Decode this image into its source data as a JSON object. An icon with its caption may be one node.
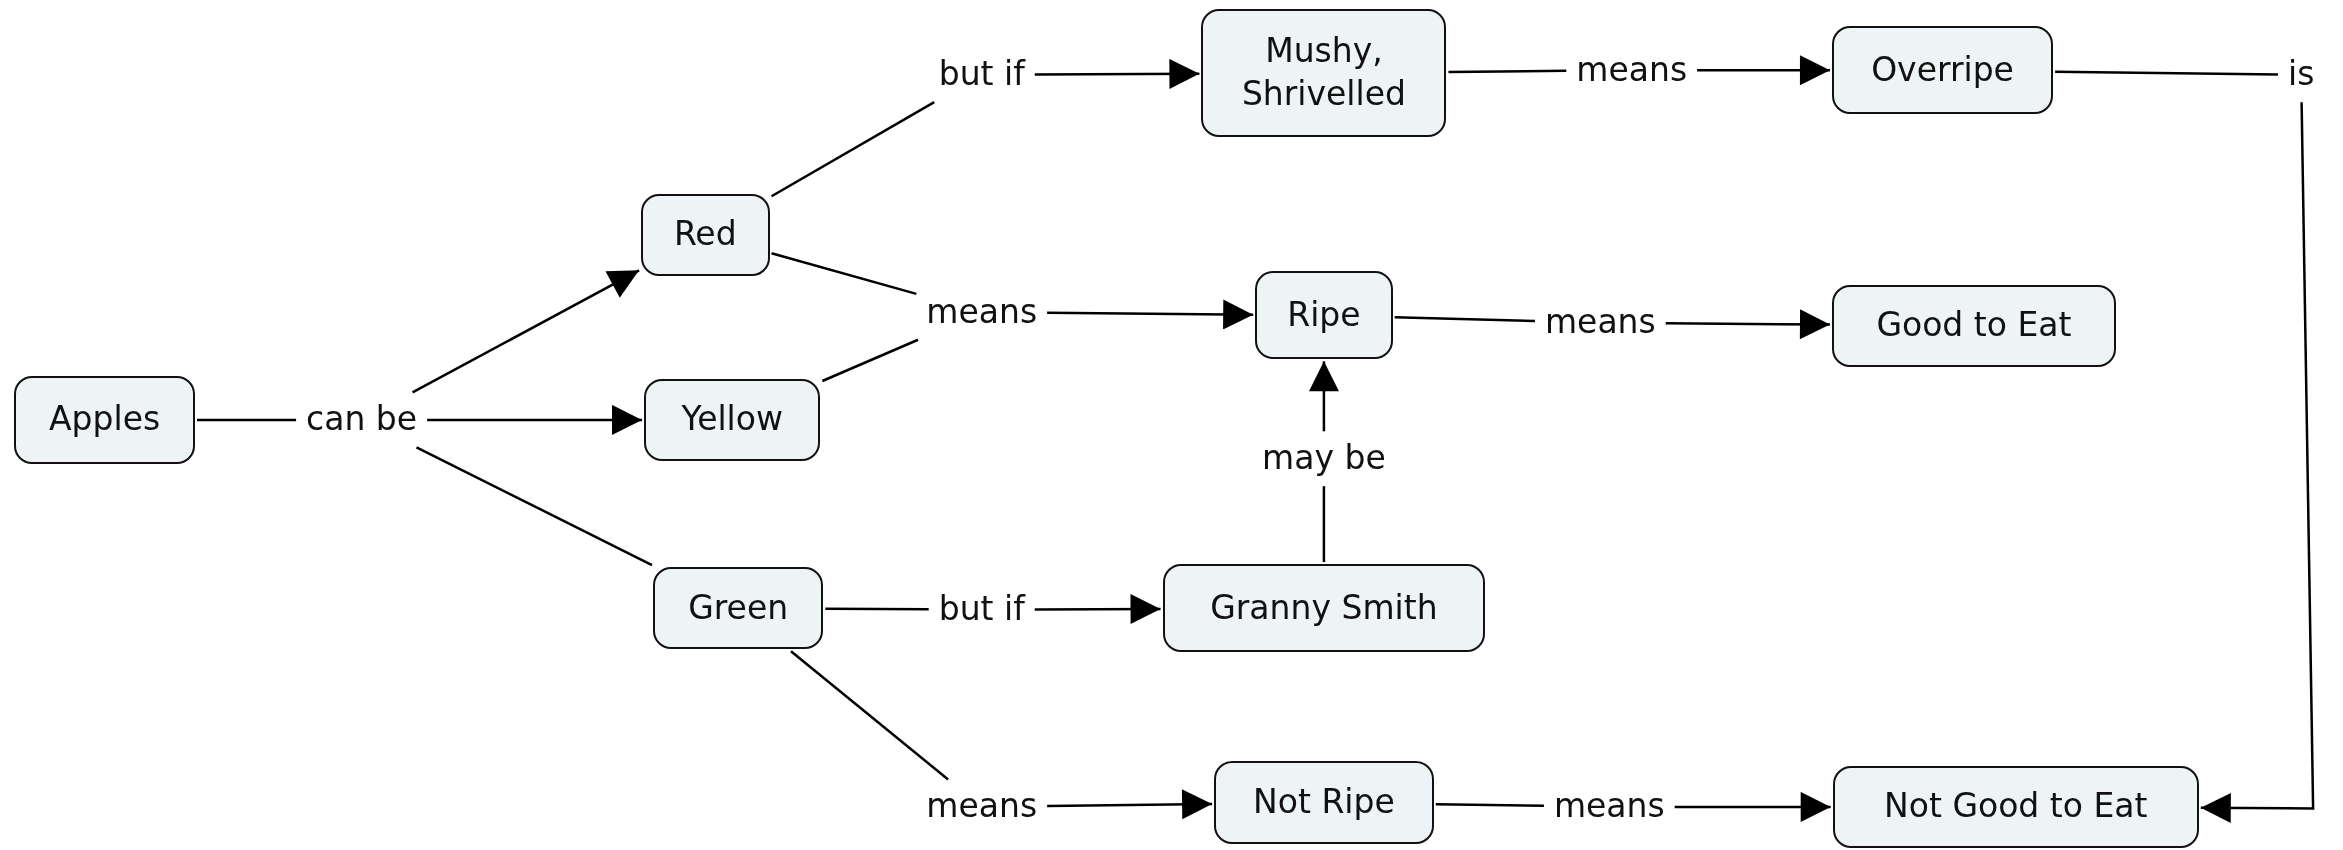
{
  "diagram": {
    "nodes": [
      {
        "text": [
          "Apples"
        ]
      },
      {
        "text": [
          "can be"
        ]
      },
      {
        "text": [
          "Red"
        ]
      },
      {
        "text": [
          "Yellow"
        ]
      },
      {
        "text": [
          "Green"
        ]
      },
      {
        "text": [
          "but if"
        ]
      },
      {
        "text": [
          "Mushy, Shrivelled"
        ]
      },
      {
        "text": [
          "means"
        ]
      },
      {
        "text": [
          "Overripe"
        ]
      },
      {
        "text": [
          "is"
        ]
      },
      {
        "text": [
          "means"
        ]
      },
      {
        "text": [
          "Ripe"
        ]
      },
      {
        "text": [
          "means"
        ]
      },
      {
        "text": [
          "Good to Eat"
        ]
      },
      {
        "text": [
          "may be"
        ]
      },
      {
        "text": [
          "but if"
        ]
      },
      {
        "text": [
          "Granny Smith"
        ]
      },
      {
        "text": [
          "means"
        ]
      },
      {
        "text": [
          "Not Ripe"
        ]
      },
      {
        "text": [
          "means"
        ]
      },
      {
        "text": [
          "Not Good to Eat"
        ]
      }
    ],
    "edges": [
      {
        "from": 0,
        "to": 1,
        "arrow": "none"
      },
      {
        "from": 1,
        "to": 2,
        "arrow": "to"
      },
      {
        "from": 1,
        "to": 3,
        "arrow": "to"
      },
      {
        "from": 1,
        "to": 4,
        "arrow": "none"
      },
      {
        "from": 2,
        "to": 5,
        "arrow": "none"
      },
      {
        "from": 5,
        "to": 6,
        "arrow": "to"
      },
      {
        "from": 6,
        "to": 7,
        "arrow": "none"
      },
      {
        "from": 7,
        "to": 8,
        "arrow": "to"
      },
      {
        "from": 8,
        "to": 9,
        "arrow": "none"
      },
      {
        "from": 9,
        "to": 20,
        "arrow": "to"
      },
      {
        "from": 2,
        "to": 10,
        "arrow": "none"
      },
      {
        "from": 3,
        "to": 10,
        "arrow": "none"
      },
      {
        "from": 10,
        "to": 11,
        "arrow": "to"
      },
      {
        "from": 11,
        "to": 12,
        "arrow": "none"
      },
      {
        "from": 12,
        "to": 13,
        "arrow": "to"
      },
      {
        "from": 16,
        "to": 14,
        "arrow": "none"
      },
      {
        "from": 14,
        "to": 11,
        "arrow": "to"
      },
      {
        "from": 4,
        "to": 15,
        "arrow": "none"
      },
      {
        "from": 15,
        "to": 16,
        "arrow": "to"
      },
      {
        "from": 4,
        "to": 17,
        "arrow": "none"
      },
      {
        "from": 17,
        "to": 18,
        "arrow": "to"
      },
      {
        "from": 18,
        "to": 19,
        "arrow": "none"
      },
      {
        "from": 19,
        "to": 20,
        "arrow": "to"
      }
    ]
  }
}
